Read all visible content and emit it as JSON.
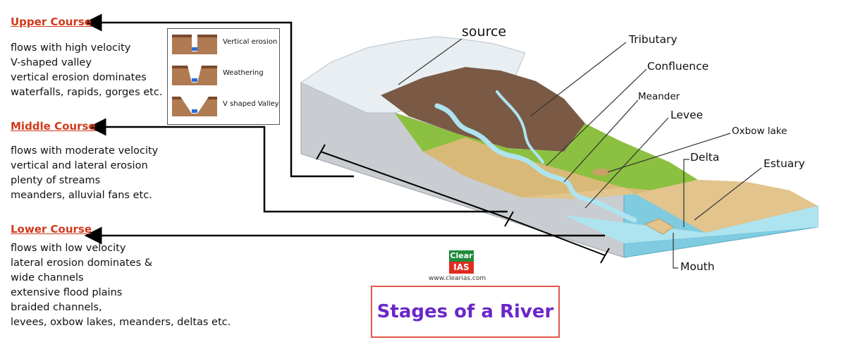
{
  "courses": [
    {
      "title": "Upper Course",
      "points": [
        "flows with high velocity",
        "V-shaped valley",
        "vertical erosion dominates",
        "waterfalls, rapids, gorges etc."
      ]
    },
    {
      "title": "Middle Course",
      "points": [
        "flows with moderate velocity",
        "vertical and lateral erosion",
        "plenty of streams",
        "meanders, alluvial fans etc."
      ]
    },
    {
      "title": "Lower Course",
      "points": [
        "flows with low velocity",
        "lateral erosion dominates &",
        "wide channels",
        "extensive flood plains",
        "braided channels,",
        "levees, oxbow lakes, meanders, deltas etc."
      ]
    }
  ],
  "inset": {
    "items": [
      "Vertical erosion",
      "Weathering",
      "V shaped Valley"
    ]
  },
  "landscape_labels": {
    "source": "source",
    "tributary": "Tributary",
    "confluence": "Confluence",
    "meander": "Meander",
    "levee": "Levee",
    "oxbow_lake": "Oxbow lake",
    "delta": "Delta",
    "estuary": "Estuary",
    "mouth": "Mouth"
  },
  "logo": {
    "top": "Clear",
    "bottom": "IAS",
    "url": "www.clearias.com"
  },
  "title": "Stages of a River",
  "colors": {
    "section_title": "#d2391c",
    "title_text": "#6a27c8",
    "title_border": "#e0584a",
    "water": "#aee4f0",
    "plain": "#d9b978",
    "grass": "#8cc040"
  }
}
